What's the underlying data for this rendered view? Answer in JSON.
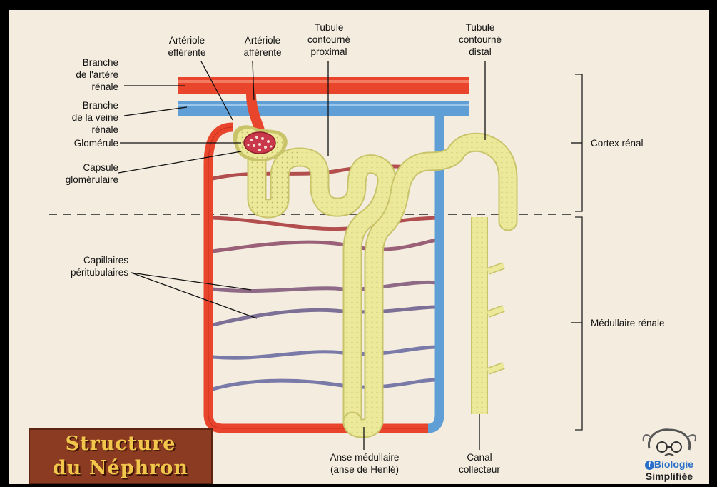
{
  "title": {
    "line1": "Structure",
    "line2": "du Néphron"
  },
  "brand": {
    "line1": "Biologie",
    "line2": "Simplifiée"
  },
  "labels": {
    "branche_artere": "Branche\nde l'artère\nrénale",
    "branche_veine": "Branche\nde la veine\nrénale",
    "glomerule": "Glomérule",
    "capsule": "Capsule\nglomérulaire",
    "arteriole_efferente": "Artériole\nefférente",
    "arteriole_afferente": "Artériole\nafférente",
    "tubule_proximal": "Tubule\ncontourné\nproximal",
    "tubule_distal": "Tubule\ncontourné\ndistal",
    "cortex": "Cortex rénal",
    "medullaire": "Médullaire rénale",
    "capillaires": "Capillaires\npéritubulaires",
    "anse": "Anse médullaire\n(anse de Henlé)",
    "canal": "Canal\ncollecteur"
  },
  "colors": {
    "background": "#f3ecdf",
    "artery": "#e8452c",
    "vein": "#5f9fd6",
    "tubule": "#ecea9a",
    "title_bg": "#8a3b22",
    "title_text": "#f2c64a",
    "brand_blue": "#2a6fc9"
  }
}
